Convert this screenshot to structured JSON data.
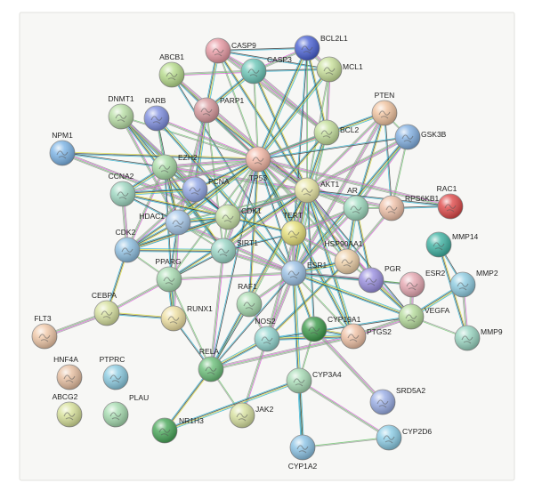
{
  "colors": {
    "panel_background": "#f7f7f5",
    "panel_border": "#e2e2de",
    "edge_palette": [
      "#3a3a3a",
      "#d85ad8",
      "#2fb0d0",
      "#6cc36c",
      "#d9d93a",
      "#9a9a9a"
    ]
  },
  "nodes": [
    {
      "id": "CASP9",
      "label": "CASP9",
      "color": "#e89aa4"
    },
    {
      "id": "BCL2L1",
      "label": "BCL2L1",
      "color": "#4a62d4"
    },
    {
      "id": "ABCB1",
      "label": "ABCB1",
      "color": "#b7dc8c"
    },
    {
      "id": "CASP3",
      "label": "CASP3",
      "color": "#6cc7b8"
    },
    {
      "id": "MCL1",
      "label": "MCL1",
      "color": "#c8e09a"
    },
    {
      "id": "DNMT1",
      "label": "DNMT1",
      "color": "#b9dfa6"
    },
    {
      "id": "RARB",
      "label": "RARB",
      "color": "#7f8fe0"
    },
    {
      "id": "PARP1",
      "label": "PARP1",
      "color": "#d99a9e"
    },
    {
      "id": "PTEN",
      "label": "PTEN",
      "color": "#f1c4a0"
    },
    {
      "id": "NPM1",
      "label": "NPM1",
      "color": "#7cb4e6"
    },
    {
      "id": "BCL2",
      "label": "BCL2",
      "color": "#c5e09c"
    },
    {
      "id": "GSK3B",
      "label": "GSK3B",
      "color": "#82b0e2"
    },
    {
      "id": "EZH2",
      "label": "EZH2",
      "color": "#a9dca7"
    },
    {
      "id": "TP53",
      "label": "TP53",
      "color": "#f2b6a4"
    },
    {
      "id": "PCNA",
      "label": "PCNA",
      "color": "#93a8e6"
    },
    {
      "id": "CCNA2",
      "label": "CCNA2",
      "color": "#9fd8c2"
    },
    {
      "id": "AKT1",
      "label": "AKT1",
      "color": "#e8e6a4"
    },
    {
      "id": "AR",
      "label": "AR",
      "color": "#9fdcc0"
    },
    {
      "id": "RPS6KB1",
      "label": "RPS6KB1",
      "color": "#efc1a8"
    },
    {
      "id": "RAC1",
      "label": "RAC1",
      "color": "#e04a4a"
    },
    {
      "id": "HDAC1",
      "label": "HDAC1",
      "color": "#a6c8ea"
    },
    {
      "id": "CDK1",
      "label": "CDK1",
      "color": "#c8e2a6"
    },
    {
      "id": "TERT",
      "label": "TERT",
      "color": "#e6e07a"
    },
    {
      "id": "CDK2",
      "label": "CDK2",
      "color": "#8fc0e2"
    },
    {
      "id": "SIRT1",
      "label": "SIRT1",
      "color": "#9ad6c6"
    },
    {
      "id": "HSP90AA1",
      "label": "HSP90AA1",
      "color": "#eed0a8"
    },
    {
      "id": "MMP14",
      "label": "MMP14",
      "color": "#3fb3a3"
    },
    {
      "id": "ESR1",
      "label": "ESR1",
      "color": "#9cc2e6"
    },
    {
      "id": "PGR",
      "label": "PGR",
      "color": "#9a8fe0"
    },
    {
      "id": "ESR2",
      "label": "ESR2",
      "color": "#e6a8b2"
    },
    {
      "id": "MMP2",
      "label": "MMP2",
      "color": "#8fcde2"
    },
    {
      "id": "PPARG",
      "label": "PPARG",
      "color": "#a8dcb2"
    },
    {
      "id": "RAF1",
      "label": "RAF1",
      "color": "#a8dcb0"
    },
    {
      "id": "CEBPA",
      "label": "CEBPA",
      "color": "#d8e2a0"
    },
    {
      "id": "RUNX1",
      "label": "RUNX1",
      "color": "#eee0a2"
    },
    {
      "id": "VEGFA",
      "label": "VEGFA",
      "color": "#b6dc9c"
    },
    {
      "id": "CYP19A1",
      "label": "CYP19A1",
      "color": "#3c9a4a"
    },
    {
      "id": "NOS2",
      "label": "NOS2",
      "color": "#93d6d0"
    },
    {
      "id": "PTGS2",
      "label": "PTGS2",
      "color": "#f0c2a6"
    },
    {
      "id": "FLT3",
      "label": "FLT3",
      "color": "#f0c8a8"
    },
    {
      "id": "MMP9",
      "label": "MMP9",
      "color": "#9ad6c2"
    },
    {
      "id": "RELA",
      "label": "RELA",
      "color": "#6cc07a"
    },
    {
      "id": "HNF4A",
      "label": "HNF4A",
      "color": "#e8c0a2"
    },
    {
      "id": "PTPRC",
      "label": "PTPRC",
      "color": "#8ccce2"
    },
    {
      "id": "CYP3A4",
      "label": "CYP3A4",
      "color": "#a8dcb6"
    },
    {
      "id": "SRD5A2",
      "label": "SRD5A2",
      "color": "#9aaee6"
    },
    {
      "id": "ABCG2",
      "label": "ABCG2",
      "color": "#d8e29a"
    },
    {
      "id": "PLAU",
      "label": "PLAU",
      "color": "#a6dcb0"
    },
    {
      "id": "JAK2",
      "label": "JAK2",
      "color": "#d8e2a0"
    },
    {
      "id": "NR1H3",
      "label": "NR1H3",
      "color": "#4aa85a"
    },
    {
      "id": "CYP1A2",
      "label": "CYP1A2",
      "color": "#8cc4e6"
    },
    {
      "id": "CYP2D6",
      "label": "CYP2D6",
      "color": "#8ccde6"
    }
  ],
  "edges": [
    [
      "CASP9",
      "BCL2L1"
    ],
    [
      "CASP9",
      "CASP3"
    ],
    [
      "CASP9",
      "PARP1"
    ],
    [
      "CASP9",
      "TP53"
    ],
    [
      "CASP9",
      "AKT1"
    ],
    [
      "CASP9",
      "BCL2"
    ],
    [
      "CASP9",
      "MCL1"
    ],
    [
      "CASP3",
      "BCL2L1"
    ],
    [
      "CASP3",
      "PARP1"
    ],
    [
      "CASP3",
      "TP53"
    ],
    [
      "CASP3",
      "AKT1"
    ],
    [
      "CASP3",
      "BCL2"
    ],
    [
      "CASP3",
      "MCL1"
    ],
    [
      "CASP3",
      "ABCB1"
    ],
    [
      "BCL2L1",
      "TP53"
    ],
    [
      "BCL2L1",
      "AKT1"
    ],
    [
      "BCL2L1",
      "BCL2"
    ],
    [
      "BCL2L1",
      "MCL1"
    ],
    [
      "BCL2L1",
      "TERT"
    ],
    [
      "MCL1",
      "BCL2"
    ],
    [
      "MCL1",
      "TP53"
    ],
    [
      "MCL1",
      "AKT1"
    ],
    [
      "ABCB1",
      "TP53"
    ],
    [
      "ABCB1",
      "AKT1"
    ],
    [
      "ABCB1",
      "ESR1"
    ],
    [
      "PARP1",
      "TP53"
    ],
    [
      "PARP1",
      "PCNA"
    ],
    [
      "PARP1",
      "SIRT1"
    ],
    [
      "PARP1",
      "AKT1"
    ],
    [
      "PARP1",
      "HDAC1"
    ],
    [
      "DNMT1",
      "EZH2"
    ],
    [
      "DNMT1",
      "HDAC1"
    ],
    [
      "DNMT1",
      "PCNA"
    ],
    [
      "DNMT1",
      "TP53"
    ],
    [
      "DNMT1",
      "SIRT1"
    ],
    [
      "DNMT1",
      "CDK1"
    ],
    [
      "RARB",
      "HDAC1"
    ],
    [
      "RARB",
      "TP53"
    ],
    [
      "RARB",
      "ESR1"
    ],
    [
      "RARB",
      "EZH2"
    ],
    [
      "NPM1",
      "TP53"
    ],
    [
      "NPM1",
      "CDK1"
    ],
    [
      "NPM1",
      "EZH2"
    ],
    [
      "PTEN",
      "AKT1"
    ],
    [
      "PTEN",
      "TP53"
    ],
    [
      "PTEN",
      "GSK3B"
    ],
    [
      "PTEN",
      "AR"
    ],
    [
      "PTEN",
      "ESR1"
    ],
    [
      "PTEN",
      "RPS6KB1"
    ],
    [
      "BCL2",
      "TP53"
    ],
    [
      "BCL2",
      "AKT1"
    ],
    [
      "BCL2",
      "ESR1"
    ],
    [
      "BCL2",
      "SIRT1"
    ],
    [
      "GSK3B",
      "AKT1"
    ],
    [
      "GSK3B",
      "TP53"
    ],
    [
      "GSK3B",
      "AR"
    ],
    [
      "GSK3B",
      "ESR1"
    ],
    [
      "GSK3B",
      "RPS6KB1"
    ],
    [
      "EZH2",
      "HDAC1"
    ],
    [
      "EZH2",
      "TP53"
    ],
    [
      "EZH2",
      "CDK1"
    ],
    [
      "EZH2",
      "CDK2"
    ],
    [
      "EZH2",
      "CCNA2"
    ],
    [
      "EZH2",
      "PCNA"
    ],
    [
      "EZH2",
      "SIRT1"
    ],
    [
      "EZH2",
      "AKT1"
    ],
    [
      "EZH2",
      "RUNX1"
    ],
    [
      "TP53",
      "AKT1"
    ],
    [
      "TP53",
      "HDAC1"
    ],
    [
      "TP53",
      "CDK1"
    ],
    [
      "TP53",
      "CDK2"
    ],
    [
      "TP53",
      "SIRT1"
    ],
    [
      "TP53",
      "ESR1"
    ],
    [
      "TP53",
      "AR"
    ],
    [
      "TP53",
      "TERT"
    ],
    [
      "TP53",
      "HSP90AA1"
    ],
    [
      "TP53",
      "PCNA"
    ],
    [
      "TP53",
      "CCNA2"
    ],
    [
      "TP53",
      "RELA"
    ],
    [
      "TP53",
      "VEGFA"
    ],
    [
      "TP53",
      "PTGS2"
    ],
    [
      "TP53",
      "PPARG"
    ],
    [
      "TP53",
      "RAF1"
    ],
    [
      "TP53",
      "RAC1"
    ],
    [
      "PCNA",
      "CDK1"
    ],
    [
      "PCNA",
      "CDK2"
    ],
    [
      "PCNA",
      "CCNA2"
    ],
    [
      "PCNA",
      "HDAC1"
    ],
    [
      "CCNA2",
      "CDK1"
    ],
    [
      "CCNA2",
      "CDK2"
    ],
    [
      "CCNA2",
      "HDAC1"
    ],
    [
      "AKT1",
      "TERT"
    ],
    [
      "AKT1",
      "ESR1"
    ],
    [
      "AKT1",
      "AR"
    ],
    [
      "AKT1",
      "HSP90AA1"
    ],
    [
      "AKT1",
      "RPS6KB1"
    ],
    [
      "AKT1",
      "RAC1"
    ],
    [
      "AKT1",
      "SIRT1"
    ],
    [
      "AKT1",
      "CDK1"
    ],
    [
      "AKT1",
      "RAF1"
    ],
    [
      "AKT1",
      "RELA"
    ],
    [
      "AKT1",
      "NOS2"
    ],
    [
      "AKT1",
      "VEGFA"
    ],
    [
      "AKT1",
      "PGR"
    ],
    [
      "AKT1",
      "PTGS2"
    ],
    [
      "AKT1",
      "HDAC1"
    ],
    [
      "AKT1",
      "PPARG"
    ],
    [
      "AKT1",
      "CDK2"
    ],
    [
      "AKT1",
      "CYP19A1"
    ],
    [
      "AR",
      "ESR1"
    ],
    [
      "AR",
      "HSP90AA1"
    ],
    [
      "AR",
      "RPS6KB1"
    ],
    [
      "AR",
      "PGR"
    ],
    [
      "AR",
      "TERT"
    ],
    [
      "RPS6KB1",
      "RAC1"
    ],
    [
      "RPS6KB1",
      "HSP90AA1"
    ],
    [
      "HDAC1",
      "CDK1"
    ],
    [
      "HDAC1",
      "SIRT1"
    ],
    [
      "HDAC1",
      "CDK2"
    ],
    [
      "HDAC1",
      "ESR1"
    ],
    [
      "HDAC1",
      "PPARG"
    ],
    [
      "HDAC1",
      "RUNX1"
    ],
    [
      "CDK1",
      "CDK2"
    ],
    [
      "CDK1",
      "SIRT1"
    ],
    [
      "CDK1",
      "TERT"
    ],
    [
      "TERT",
      "ESR1"
    ],
    [
      "TERT",
      "SIRT1"
    ],
    [
      "TERT",
      "HSP90AA1"
    ],
    [
      "CDK2",
      "SIRT1"
    ],
    [
      "CDK2",
      "PPARG"
    ],
    [
      "CDK2",
      "CEBPA"
    ],
    [
      "SIRT1",
      "ESR1"
    ],
    [
      "SIRT1",
      "PPARG"
    ],
    [
      "SIRT1",
      "RELA"
    ],
    [
      "HSP90AA1",
      "ESR1"
    ],
    [
      "HSP90AA1",
      "PGR"
    ],
    [
      "HSP90AA1",
      "NOS2"
    ],
    [
      "ESR1",
      "PGR"
    ],
    [
      "ESR1",
      "ESR2"
    ],
    [
      "ESR1",
      "RAF1"
    ],
    [
      "ESR1",
      "VEGFA"
    ],
    [
      "ESR1",
      "PTGS2"
    ],
    [
      "ESR1",
      "CYP19A1"
    ],
    [
      "ESR1",
      "NOS2"
    ],
    [
      "ESR1",
      "RELA"
    ],
    [
      "ESR1",
      "PPARG"
    ],
    [
      "ESR1",
      "CYP1A2"
    ],
    [
      "PGR",
      "ESR2"
    ],
    [
      "PGR",
      "VEGFA"
    ],
    [
      "ESR2",
      "VEGFA"
    ],
    [
      "MMP14",
      "MMP2"
    ],
    [
      "MMP2",
      "MMP9"
    ],
    [
      "MMP2",
      "VEGFA"
    ],
    [
      "MMP9",
      "VEGFA"
    ],
    [
      "MMP14",
      "MMP9"
    ],
    [
      "VEGFA",
      "PTGS2"
    ],
    [
      "VEGFA",
      "NOS2"
    ],
    [
      "PPARG",
      "CEBPA"
    ],
    [
      "PPARG",
      "RUNX1"
    ],
    [
      "PPARG",
      "RELA"
    ],
    [
      "CEBPA",
      "RUNX1"
    ],
    [
      "CEBPA",
      "FLT3"
    ],
    [
      "RAF1",
      "RELA"
    ],
    [
      "RAF1",
      "NOS2"
    ],
    [
      "RELA",
      "NOS2"
    ],
    [
      "RELA",
      "JAK2"
    ],
    [
      "RELA",
      "NR1H3"
    ],
    [
      "RELA",
      "PTGS2"
    ],
    [
      "RELA",
      "RUNX1"
    ],
    [
      "NOS2",
      "JAK2"
    ],
    [
      "NOS2",
      "PTGS2"
    ],
    [
      "CYP19A1",
      "CYP3A4"
    ],
    [
      "CYP19A1",
      "PTGS2"
    ],
    [
      "CYP19A1",
      "SRD5A2"
    ],
    [
      "CYP3A4",
      "CYP1A2"
    ],
    [
      "CYP3A4",
      "CYP2D6"
    ],
    [
      "CYP3A4",
      "NR1H3"
    ],
    [
      "CYP1A2",
      "CYP2D6"
    ]
  ]
}
